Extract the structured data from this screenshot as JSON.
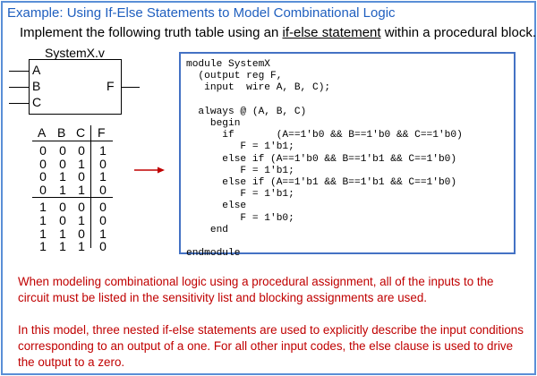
{
  "title": "Example: Using If-Else Statements to Model Combinational Logic",
  "subtitle": {
    "before": "Implement the following truth table using an ",
    "underlined": "if-else statement",
    "after": " within a procedural block."
  },
  "module_block": {
    "name": "SystemX.v",
    "inputs": [
      "A",
      "B",
      "C"
    ],
    "output": "F"
  },
  "truth_table": {
    "headers": [
      "A",
      "B",
      "C",
      "F"
    ],
    "rows": [
      [
        "0",
        "0",
        "0",
        "1"
      ],
      [
        "0",
        "0",
        "1",
        "0"
      ],
      [
        "0",
        "1",
        "0",
        "1"
      ],
      [
        "0",
        "1",
        "1",
        "0"
      ],
      [
        "1",
        "0",
        "0",
        "0"
      ],
      [
        "1",
        "0",
        "1",
        "0"
      ],
      [
        "1",
        "1",
        "0",
        "1"
      ],
      [
        "1",
        "1",
        "1",
        "0"
      ]
    ]
  },
  "arrow_color": "#c00000",
  "code": "module SystemX\n  (output reg F,\n   input  wire A, B, C);\n\n  always @ (A, B, C)\n    begin\n      if       (A==1'b0 && B==1'b0 && C==1'b0)\n         F = 1'b1;\n      else if (A==1'b0 && B==1'b1 && C==1'b0)\n         F = 1'b1;\n      else if (A==1'b1 && B==1'b1 && C==1'b0)\n         F = 1'b1;\n      else\n         F = 1'b0;\n    end\n\nendmodule",
  "notes": [
    "When modeling combinational logic using a procedural assignment, all of the inputs to the circuit must be listed in the sensitivity list and blocking assignments are used.",
    "In this model, three nested if-else statements are used to explicitly describe the input conditions corresponding to an output of a one.  For all other input codes, the else clause is used to drive the output to a zero."
  ]
}
